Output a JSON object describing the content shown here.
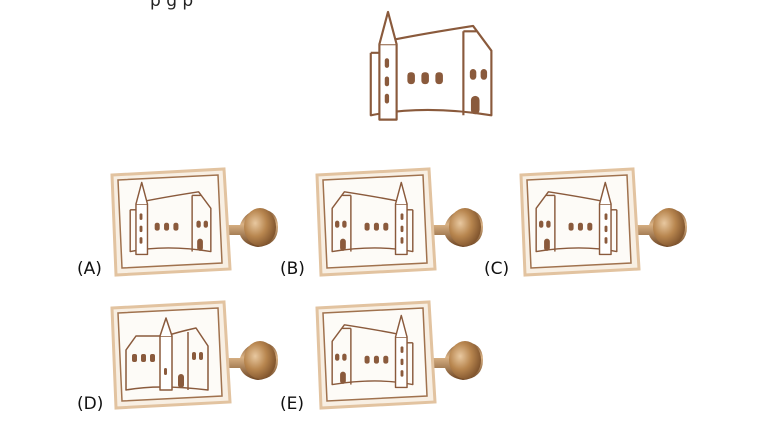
{
  "question": {
    "top_text_fragment": "p                                    g     p"
  },
  "target_image": {
    "icon": "church-drawing"
  },
  "options": [
    {
      "label": "(A)",
      "icon": "stamp-church-tower-left"
    },
    {
      "label": "(B)",
      "icon": "stamp-church-tower-right"
    },
    {
      "label": "(C)",
      "icon": "stamp-church-tower-right"
    },
    {
      "label": "(D)",
      "icon": "stamp-church-tower-center"
    },
    {
      "label": "(E)",
      "icon": "stamp-church-tower-right"
    }
  ],
  "colors": {
    "ink": "#8a5a3c",
    "stamp_face": "#fdfbf7",
    "stamp_edge": "#e6c9a8",
    "handle": "#a0703f"
  }
}
